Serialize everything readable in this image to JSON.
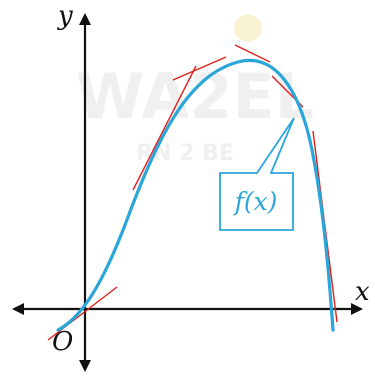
{
  "labels": {
    "y_axis": "y",
    "x_axis": "x",
    "origin": "O",
    "curve": "f(x)"
  },
  "watermark": {
    "text": "WA2EL",
    "subtext": "RN 2 BE"
  },
  "colors": {
    "axis": "#111111",
    "curve": "#2aa6d9",
    "tangent": "#e0201c",
    "label_box": "#2aa6d9",
    "watermark": "#ececec",
    "watermark_accent": "#f6f0c6"
  }
}
